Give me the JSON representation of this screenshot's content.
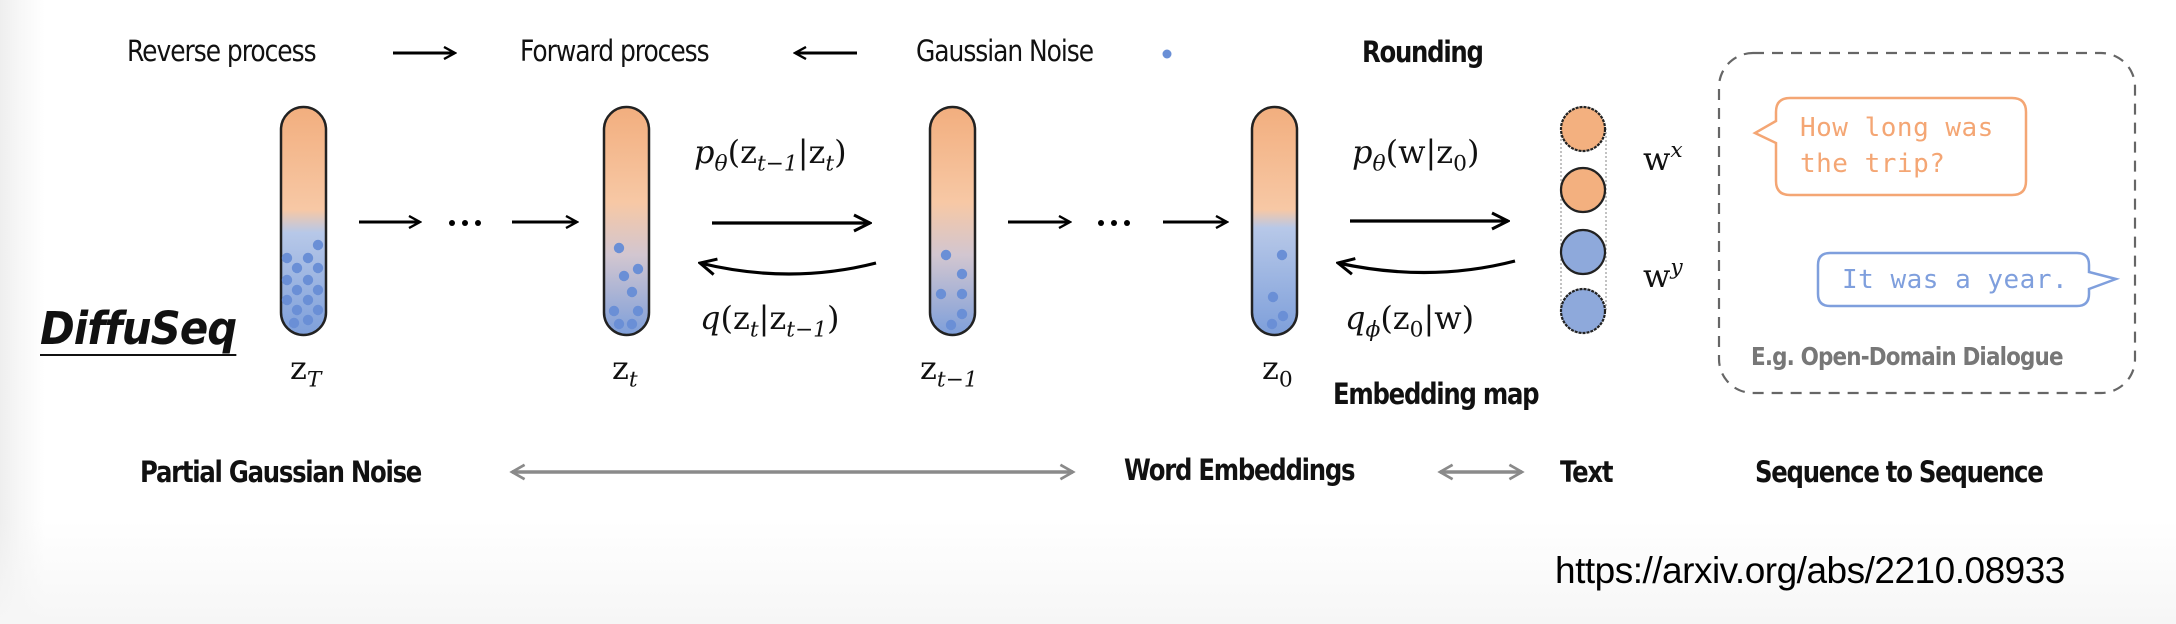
{
  "title": "DiffuSeq",
  "legend": {
    "reverse_label": "Reverse process",
    "forward_label": "Forward process",
    "noise_label": "Gaussian Noise",
    "rounding_label": "Rounding"
  },
  "states": [
    {
      "id": "zT",
      "base": "z",
      "sub": "T",
      "noise_dots": 15
    },
    {
      "id": "zt",
      "base": "z",
      "sub": "t",
      "noise_dots": 8
    },
    {
      "id": "zt-1",
      "base": "z",
      "sub": "t−1",
      "noise_dots": 6
    },
    {
      "id": "z0",
      "base": "z",
      "sub": "0",
      "noise_dots": 4
    }
  ],
  "ellipsis": "⋯",
  "transitions": {
    "denoise": {
      "fn": "p",
      "fn_sub": "θ",
      "args": "(z",
      "arg_sub1": "t−1",
      "mid": "|z",
      "arg_sub2": "t",
      "end": ")"
    },
    "noise": {
      "fn": "q",
      "args": "(z",
      "arg_sub1": "t",
      "mid": "|z",
      "arg_sub2": "t−1",
      "end": ")"
    },
    "rounding": {
      "fn": "p",
      "fn_sub": "θ",
      "args": "(w|z",
      "arg_sub1": "0",
      "end": ")"
    },
    "embedding": {
      "fn": "q",
      "fn_sub": "ϕ",
      "args": "(z",
      "arg_sub1": "0",
      "mid": "|w)"
    }
  },
  "embedding_map_label": "Embedding map",
  "words": {
    "wx": {
      "base": "w",
      "sup": "x"
    },
    "wy": {
      "base": "w",
      "sup": "y"
    },
    "token_colors": [
      "#F3B07F",
      "#F3B07F",
      "#8EA9DB",
      "#8EA9DB"
    ]
  },
  "example": {
    "question": "How long was\nthe trip?",
    "answer": "It was a year.",
    "caption": "E.g. Open-Domain Dialogue"
  },
  "bottom_row": {
    "partial_noise": "Partial Gaussian Noise",
    "word_embeddings": "Word Embeddings",
    "text": "Text",
    "seq2seq": "Sequence to Sequence"
  },
  "source_url": "https://arxiv.org/abs/2210.08933",
  "colors": {
    "orange": "#F3B07F",
    "blue": "#8EA9DB",
    "dot": "#6A8FD6",
    "bubble_orange": "#F4A674",
    "bubble_blue": "#7F9FDD",
    "gray_arrow": "#8a8a8a"
  }
}
